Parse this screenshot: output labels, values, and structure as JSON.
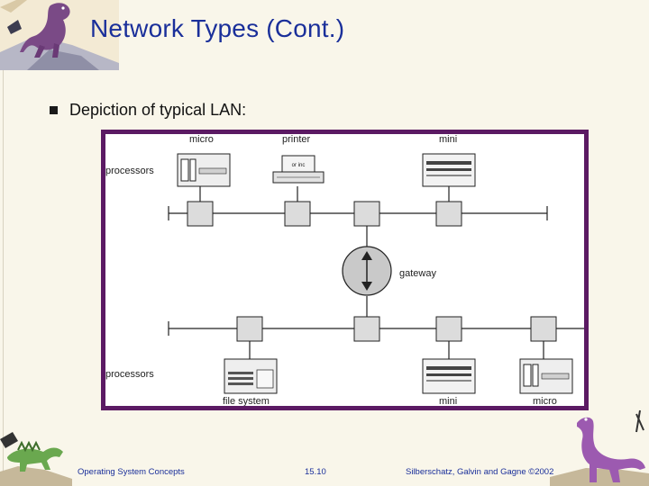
{
  "slide": {
    "title": "Network Types (Cont.)",
    "bullet": "Depiction of typical LAN:"
  },
  "diagram": {
    "labels": {
      "micro_top": "micro",
      "printer": "printer",
      "mini_top": "mini",
      "processors_top": "processors",
      "printer_inner": "or inc",
      "gateway": "gateway",
      "processors_bottom": "processors",
      "file_system": "file system",
      "mini_bottom": "mini",
      "micro_bottom": "micro"
    }
  },
  "footer": {
    "left": "Operating System Concepts",
    "page": "15.10",
    "right": "Silberschatz, Galvin and  Gagne ©2002"
  },
  "colors": {
    "title": "#1a2f9a",
    "frame": "#5b1a63",
    "background": "#f9f6ea"
  }
}
